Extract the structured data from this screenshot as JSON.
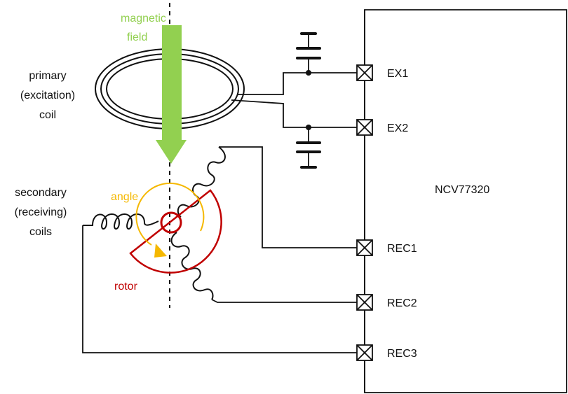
{
  "labels": {
    "magnetic_field_line1": "magnetic",
    "magnetic_field_line2": "field",
    "primary_line1": "primary",
    "primary_line2": "(excitation)",
    "primary_line3": "coil",
    "secondary_line1": "secondary",
    "secondary_line2": "(receiving)",
    "secondary_line3": "coils",
    "angle": "angle",
    "rotor": "rotor",
    "chip": "NCV77320"
  },
  "pins": [
    "EX1",
    "EX2",
    "REC1",
    "REC2",
    "REC3"
  ],
  "colors": {
    "field": "#92d050",
    "angle": "#f5b800",
    "rotor": "#c00000",
    "line": "#111111"
  }
}
